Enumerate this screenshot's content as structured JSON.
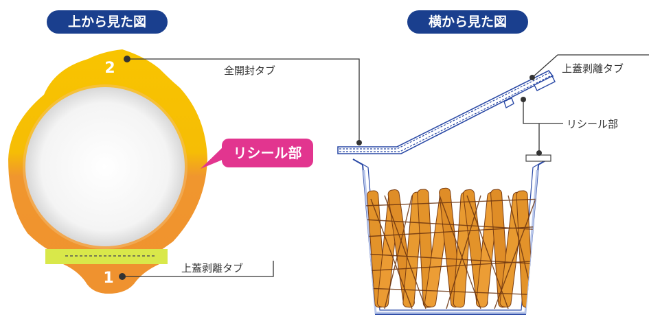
{
  "headings": {
    "top_view": "上から見た図",
    "side_view": "横から見た図"
  },
  "top_view": {
    "tab_number_2": "2",
    "tab_number_1": "1",
    "label_full_open_tab": "全開封タブ",
    "label_reseal": "リシール部",
    "label_lid_peel_tab": "上蓋剥離タブ"
  },
  "side_view": {
    "label_lid_peel_tab": "上蓋剥離タブ",
    "label_reseal": "リシール部"
  },
  "colors": {
    "navy": "#1a3f8e",
    "yellow": "#f8c400",
    "orange": "#f0962e",
    "magenta": "#e2358f",
    "lime": "#d9e84a",
    "cup_outline": "#2b4aa6"
  }
}
